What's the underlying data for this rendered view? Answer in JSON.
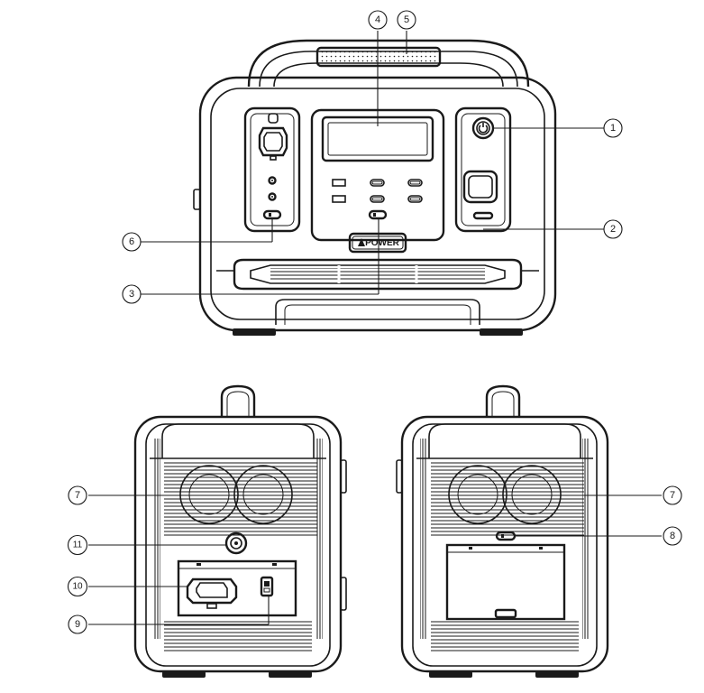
{
  "brand": {
    "logo_text": "POWER"
  },
  "callouts": {
    "c1": "1",
    "c2": "2",
    "c3": "3",
    "c4": "4",
    "c5": "5",
    "c6": "6",
    "c7a": "7",
    "c7b": "7",
    "c8": "8",
    "c9": "9",
    "c10": "10",
    "c11": "11"
  },
  "colors": {
    "line": "#1a1a1a",
    "background": "#ffffff"
  }
}
